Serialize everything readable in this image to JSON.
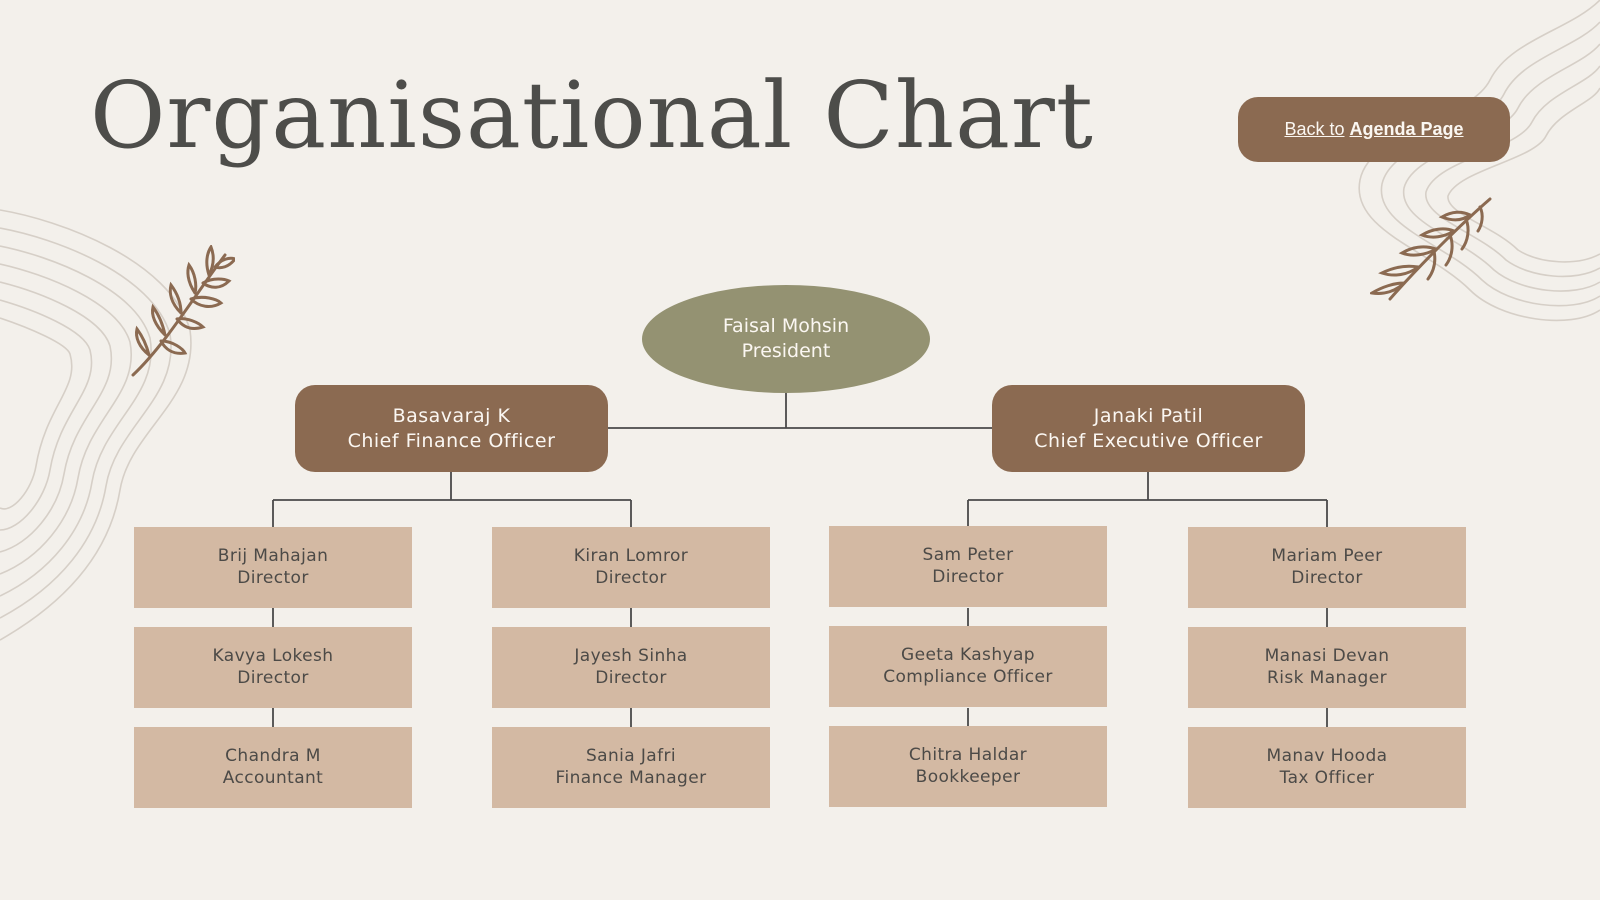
{
  "header": {
    "title": "Organisational Chart",
    "back_button": {
      "prefix": "Back to",
      "emphasis": "Agenda Page"
    }
  },
  "decorations": [
    "wavy-contour-lines",
    "leaf-sprig-icon"
  ],
  "colors": {
    "background": "#f3f0eb",
    "president": "#949272",
    "executive": "#8b6a51",
    "staff": "#d3b9a3",
    "text_dark": "#4c4a47",
    "connector": "#4a4a4a"
  },
  "org": {
    "president": {
      "name": "Faisal Mohsin",
      "role": "President"
    },
    "executives": [
      {
        "name": "Basavaraj K",
        "role": "Chief Finance Officer"
      },
      {
        "name": "Janaki Patil",
        "role": "Chief Executive Officer"
      }
    ],
    "teams": [
      [
        {
          "name": "Brij Mahajan",
          "role": "Director"
        },
        {
          "name": "Kavya Lokesh",
          "role": "Director"
        },
        {
          "name": "Chandra M",
          "role": "Accountant"
        }
      ],
      [
        {
          "name": "Kiran Lomror",
          "role": "Director"
        },
        {
          "name": "Jayesh Sinha",
          "role": "Director"
        },
        {
          "name": "Sania Jafri",
          "role": "Finance Manager"
        }
      ],
      [
        {
          "name": "Sam Peter",
          "role": "Director"
        },
        {
          "name": "Geeta Kashyap",
          "role": "Compliance Officer"
        },
        {
          "name": "Chitra Haldar",
          "role": "Bookkeeper"
        }
      ],
      [
        {
          "name": "Mariam Peer",
          "role": "Director"
        },
        {
          "name": "Manasi Devan",
          "role": "Risk Manager"
        },
        {
          "name": "Manav Hooda",
          "role": "Tax Officer"
        }
      ]
    ]
  }
}
